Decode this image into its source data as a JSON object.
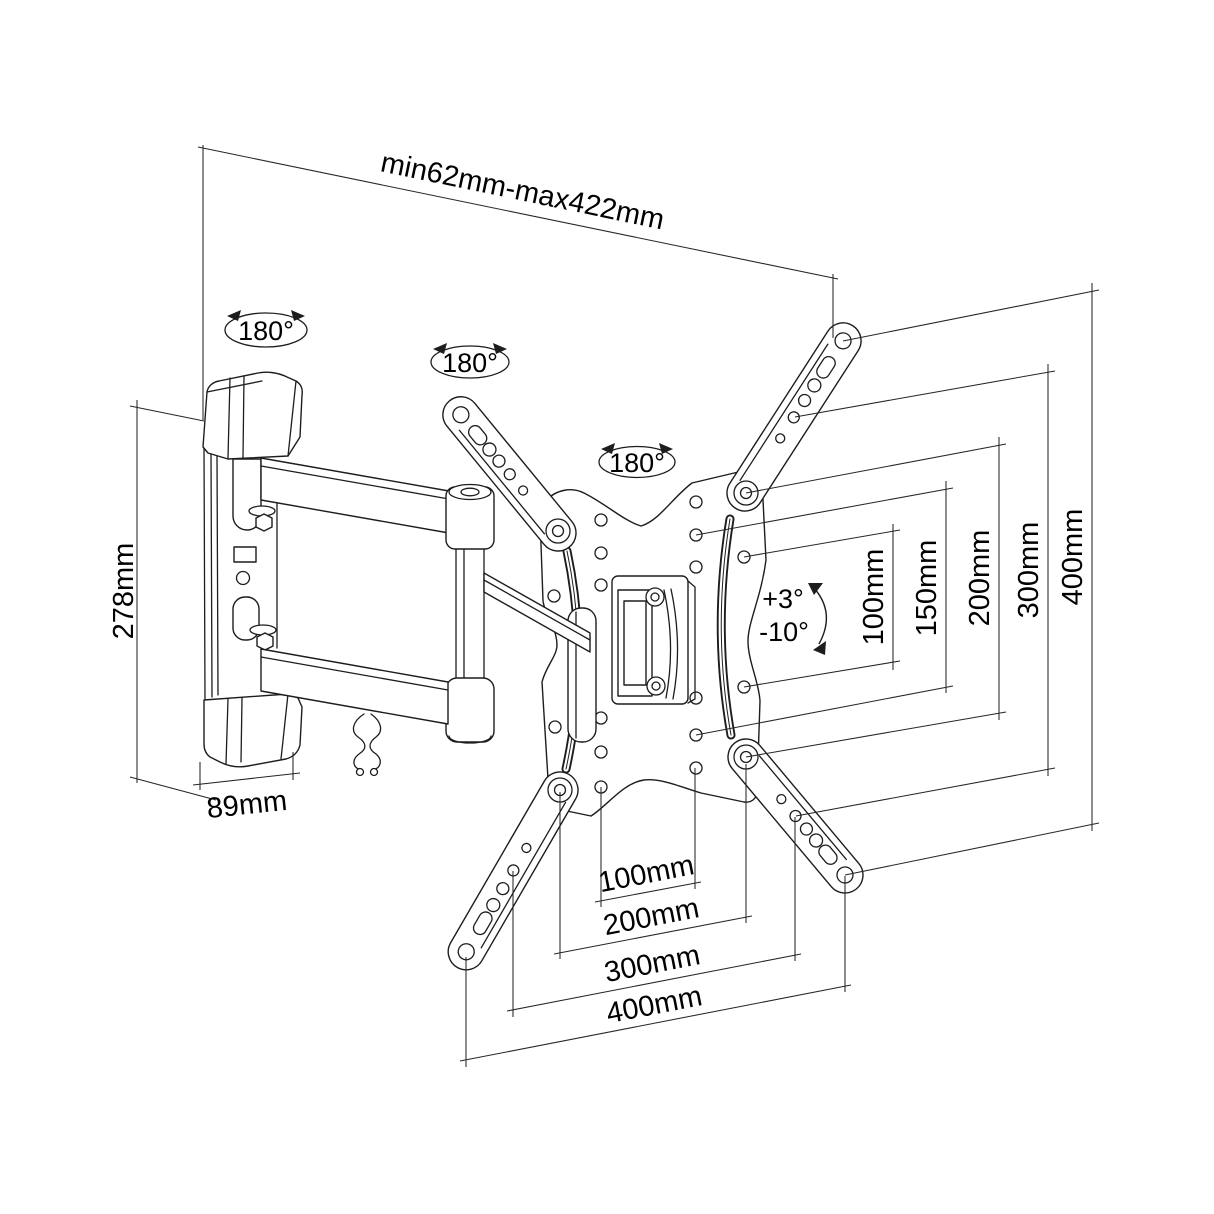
{
  "figure": {
    "type": "technical-drawing",
    "subject": "Full-motion articulating TV wall mount — dimensioned perspective line drawing",
    "background": "#ffffff",
    "line_color": "#1d1d1d",
    "text_color": "#000000"
  },
  "labels": {
    "arm_extension": "min62mm-max422mm",
    "bracket_height": "278mm",
    "bracket_depth": "89mm",
    "swivel": [
      "180°",
      "180°",
      "180°"
    ],
    "tilt_up": "+3°",
    "tilt_down": "-10°",
    "vesa_vertical": [
      "100mm",
      "150mm",
      "200mm",
      "300mm",
      "400mm"
    ],
    "vesa_horizontal": [
      "100mm",
      "200mm",
      "300mm",
      "400mm"
    ]
  }
}
